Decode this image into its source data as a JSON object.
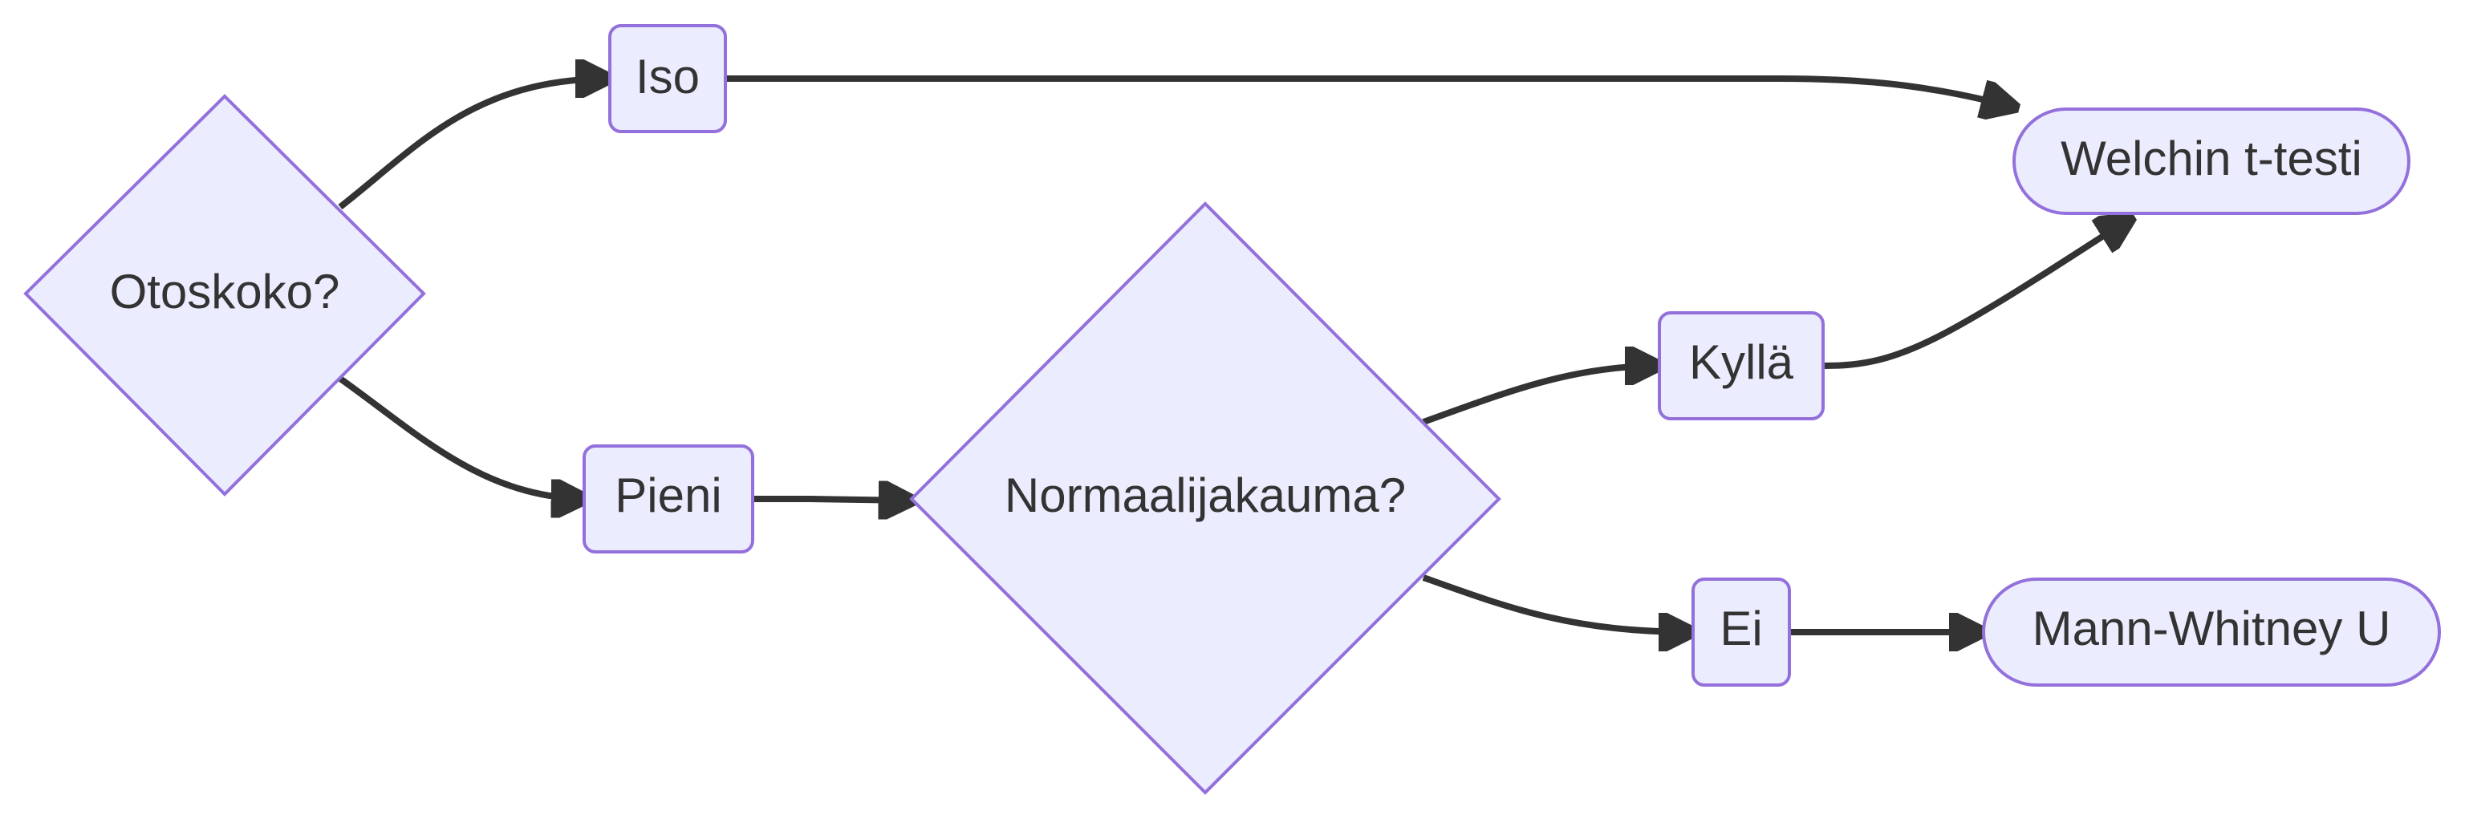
{
  "diagram": {
    "type": "flowchart",
    "colors": {
      "node_fill": "#ECECFF",
      "node_stroke": "#9370DB",
      "edge": "#333333",
      "text": "#333333",
      "background": "#FFFFFF"
    },
    "nodes": {
      "otoskoko": {
        "label": "Otoskoko?",
        "shape": "decision"
      },
      "iso": {
        "label": "Iso",
        "shape": "rounded-rect"
      },
      "pieni": {
        "label": "Pieni",
        "shape": "rounded-rect"
      },
      "normaalijakauma": {
        "label": "Normaalijakauma?",
        "shape": "decision"
      },
      "kylla": {
        "label": "Kyllä",
        "shape": "rounded-rect"
      },
      "ei": {
        "label": "Ei",
        "shape": "rounded-rect"
      },
      "welch": {
        "label": "Welchin t-testi",
        "shape": "stadium"
      },
      "mann_whitney": {
        "label": "Mann-Whitney U",
        "shape": "stadium"
      }
    },
    "edges": [
      {
        "from": "otoskoko",
        "to": "iso"
      },
      {
        "from": "otoskoko",
        "to": "pieni"
      },
      {
        "from": "iso",
        "to": "welch"
      },
      {
        "from": "pieni",
        "to": "normaalijakauma"
      },
      {
        "from": "normaalijakauma",
        "to": "kylla"
      },
      {
        "from": "normaalijakauma",
        "to": "ei"
      },
      {
        "from": "kylla",
        "to": "welch"
      },
      {
        "from": "ei",
        "to": "mann_whitney"
      }
    ]
  }
}
